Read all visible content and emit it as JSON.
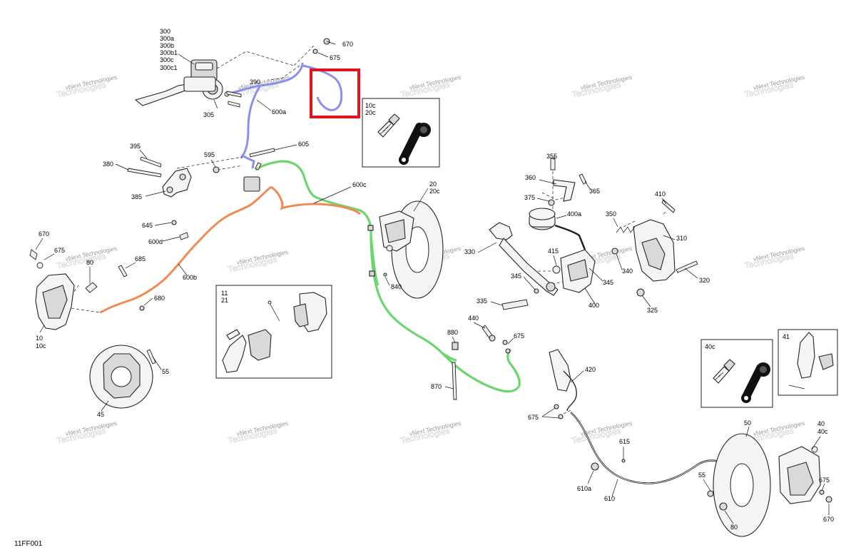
{
  "figure_code": "11FF001",
  "watermark": {
    "line1": "vNext Technologies",
    "line2": "Technologies"
  },
  "colors": {
    "highlight": "#e0151b",
    "line_600a": "#8a8ff0",
    "line_600b": "#f08a52",
    "line_600c": "#6dd56d"
  },
  "callouts": {
    "c300": "300",
    "c300a": "300a",
    "c300b": "300b",
    "c300b1": "300b1",
    "c300c": "300c",
    "c300c1": "300c1",
    "c390": "390",
    "c305": "305",
    "c600a": "600a",
    "c670_top": "670",
    "c675_top": "675",
    "c395": "395",
    "c380": "380",
    "c385": "385",
    "c595": "595",
    "c605": "605",
    "c600c": "600c",
    "c20": "20",
    "c20c": "20c",
    "c645": "645",
    "c600d": "600d",
    "c670_left": "670",
    "c675_left": "675",
    "c80_left": "80",
    "c685": "685",
    "c600b": "600b",
    "c680": "680",
    "c10": "10",
    "c10c": "10c",
    "c55_left": "55",
    "c45": "45",
    "c840": "840",
    "c440": "440",
    "c880": "880",
    "c675_mid": "675",
    "c870": "870",
    "c355": "355",
    "c360": "360",
    "c365": "365",
    "c375": "375",
    "c400a": "400a",
    "c350": "350",
    "c410": "410",
    "c310": "310",
    "c330": "330",
    "c415": "415",
    "c340": "340",
    "c345_right": "345",
    "c345_left": "345",
    "c335": "335",
    "c400": "400",
    "c320": "320",
    "c325": "325",
    "c420": "420",
    "c675_lower": "675",
    "c615": "615",
    "c610a": "610a",
    "c610": "610",
    "c50": "50",
    "c40": "40",
    "c40c": "40c",
    "c55_right": "55",
    "c675_right": "675",
    "c670_right": "670",
    "c80_right": "80"
  },
  "insets": {
    "bleeder_top": {
      "l1": "10c",
      "l2": "20c"
    },
    "pads_center": {
      "l1": "11",
      "l2": "21"
    },
    "bleeder_right": {
      "l1": "40c"
    },
    "pads_right": {
      "l1": "41"
    }
  }
}
